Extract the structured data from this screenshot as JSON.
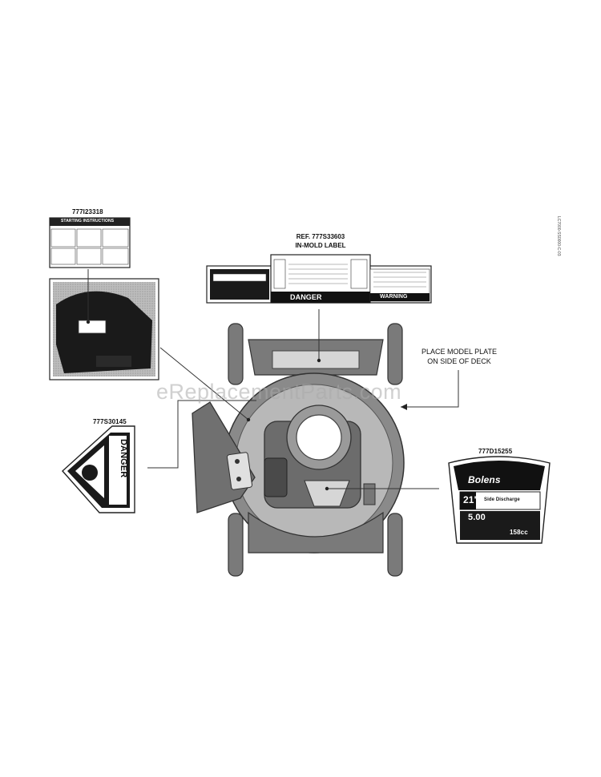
{
  "parts": {
    "starting_label": {
      "part_no": "777I23318",
      "heading": "STARTING INSTRUCTIONS"
    },
    "in_mold_label": {
      "ref": "REF. 777S33603",
      "name": "IN-MOLD LABEL",
      "danger_word": "DANGER",
      "warning_word": "WARNING"
    },
    "model_plate": {
      "line1": "PLACE MODEL PLATE",
      "line2": "ON SIDE OF DECK"
    },
    "danger_hand_label": {
      "part_no": "777S30145",
      "danger_word": "DANGER"
    },
    "bolens_label": {
      "part_no": "777D15255",
      "brand": "Bolens",
      "size": "21\"",
      "mode": "Side Discharge",
      "torque": "5.00",
      "cc": "158cc"
    }
  },
  "watermark": "eReplacementParts.com",
  "side_code": "LC7000-SS0000-C-03"
}
